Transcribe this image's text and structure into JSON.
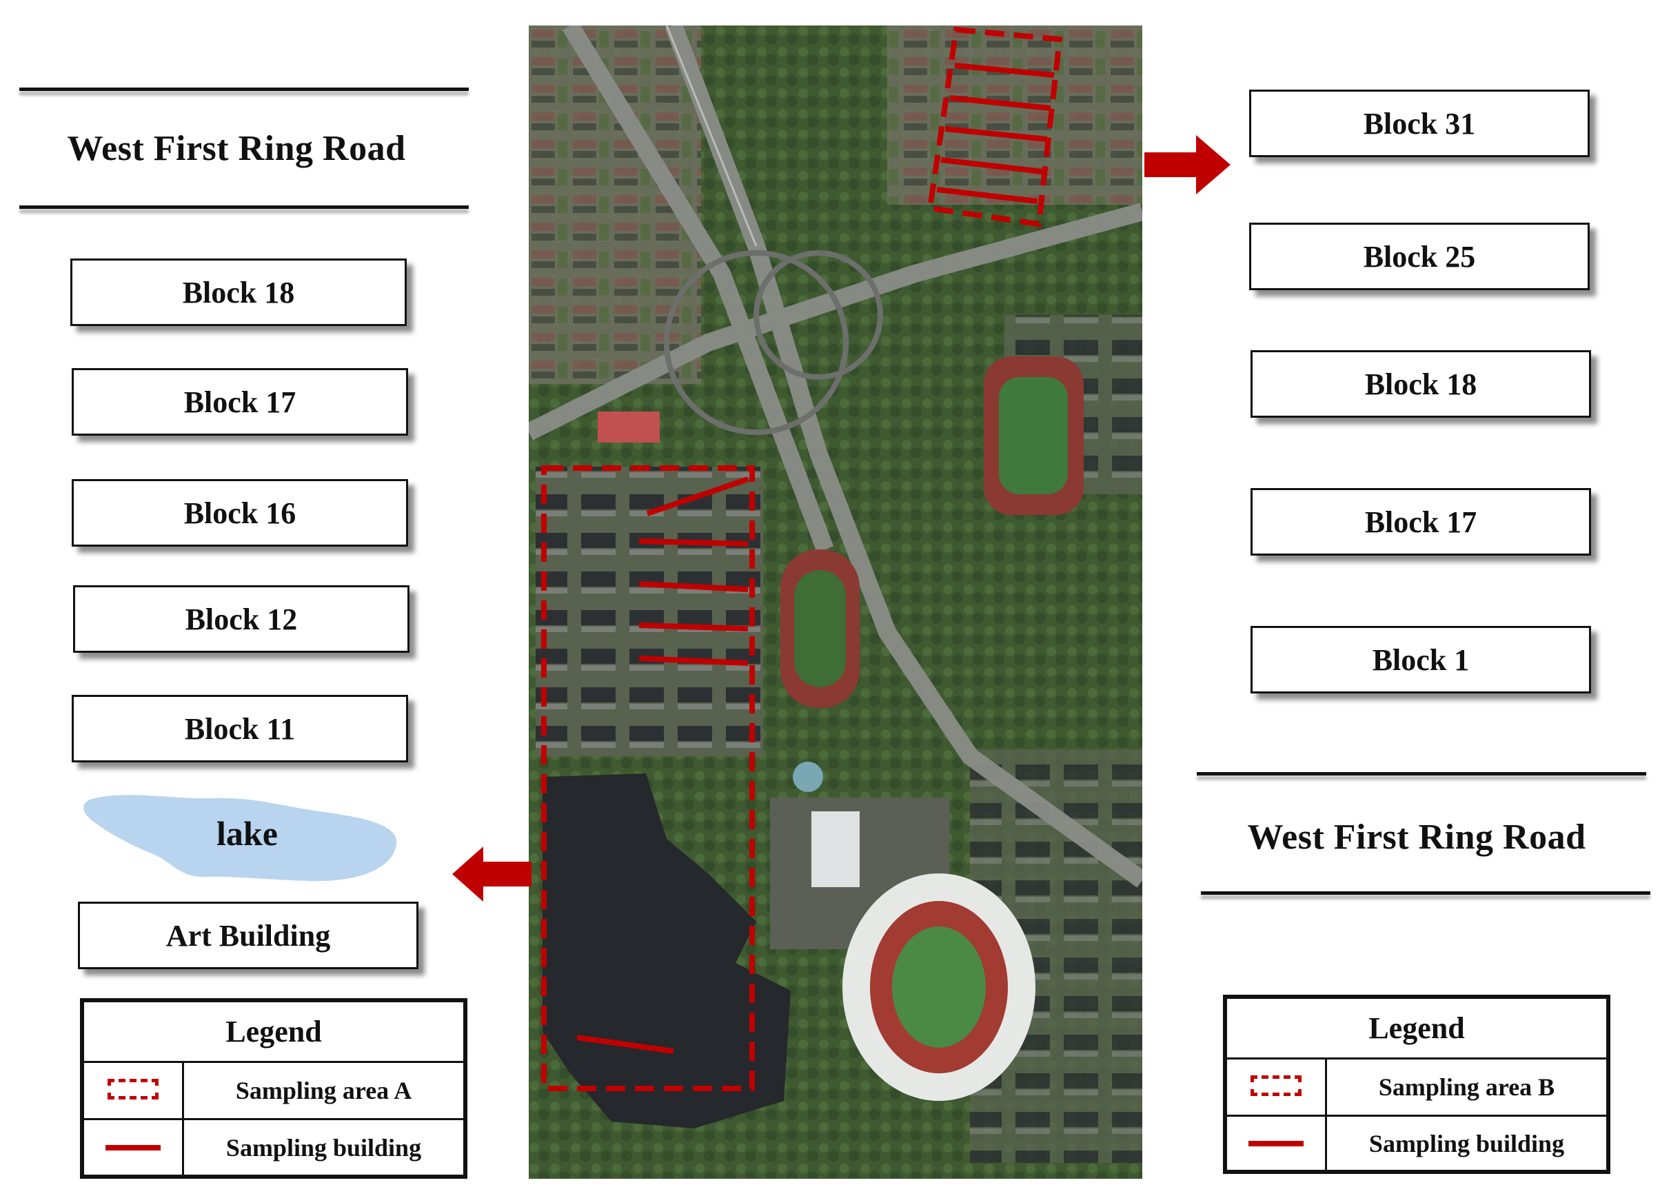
{
  "left_panel": {
    "road_title": "West First Ring Road",
    "blocks": [
      "Block 18",
      "Block 17",
      "Block 16",
      "Block 12",
      "Block 11"
    ],
    "lake_label": "lake",
    "art_building": "Art Building",
    "legend": {
      "title": "Legend",
      "area_label": "Sampling area A",
      "building_label": "Sampling building"
    }
  },
  "right_panel": {
    "blocks": [
      "Block 31",
      "Block 25",
      "Block 18",
      "Block 17",
      "Block 1"
    ],
    "road_title": "West First Ring Road",
    "legend": {
      "title": "Legend",
      "area_label": "Sampling area B",
      "building_label": "Sampling building"
    }
  },
  "colors": {
    "sampling_red": "#c00000",
    "lake_fill": "#b8d4ee"
  }
}
